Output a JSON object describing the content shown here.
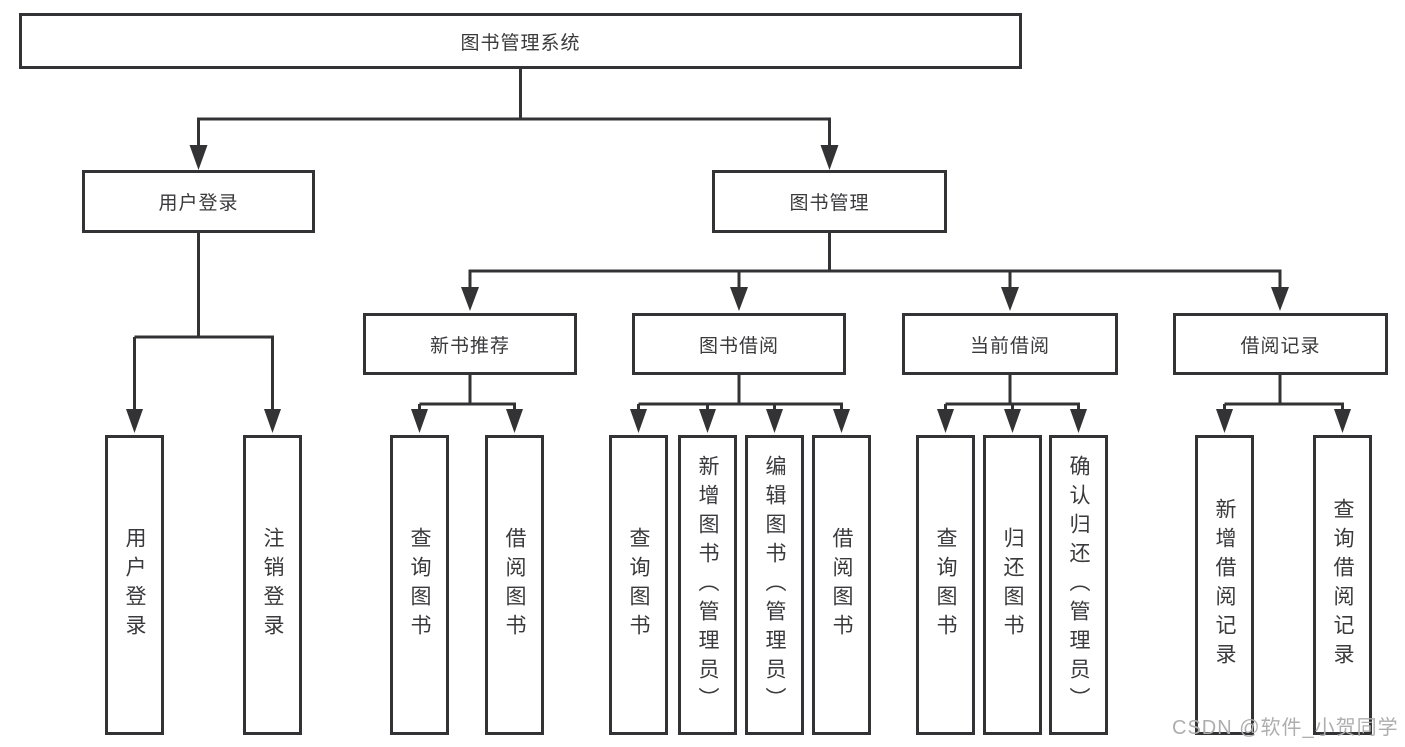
{
  "diagram": {
    "title": "图书管理系统",
    "root": {
      "label": "图书管理系统"
    },
    "level2": [
      {
        "label": "用户登录"
      },
      {
        "label": "图书管理"
      }
    ],
    "level3": [
      {
        "label": "新书推荐"
      },
      {
        "label": "图书借阅"
      },
      {
        "label": "当前借阅"
      },
      {
        "label": "借阅记录"
      }
    ],
    "leaves": [
      {
        "label": "用户登录",
        "parent": "用户登录"
      },
      {
        "label": "注销登录",
        "parent": "用户登录"
      },
      {
        "label": "查询图书",
        "parent": "新书推荐"
      },
      {
        "label": "借阅图书",
        "parent": "新书推荐"
      },
      {
        "label": "查询图书",
        "parent": "图书借阅"
      },
      {
        "label": "新增图书（管理员）",
        "parent": "图书借阅"
      },
      {
        "label": "编辑图书（管理员）",
        "parent": "图书借阅"
      },
      {
        "label": "借阅图书",
        "parent": "图书借阅"
      },
      {
        "label": "查询图书",
        "parent": "当前借阅"
      },
      {
        "label": "归还图书",
        "parent": "当前借阅"
      },
      {
        "label": "确认归还（管理员）",
        "parent": "当前借阅"
      },
      {
        "label": "新增借阅记录",
        "parent": "借阅记录"
      },
      {
        "label": "查询借阅记录",
        "parent": "借阅记录"
      }
    ]
  },
  "watermark": "CSDN @软件_小贺同学",
  "colors": {
    "line": "#333336",
    "text": "#3a3a3c",
    "background": "#ffffff",
    "watermark": "#aeaeae"
  }
}
